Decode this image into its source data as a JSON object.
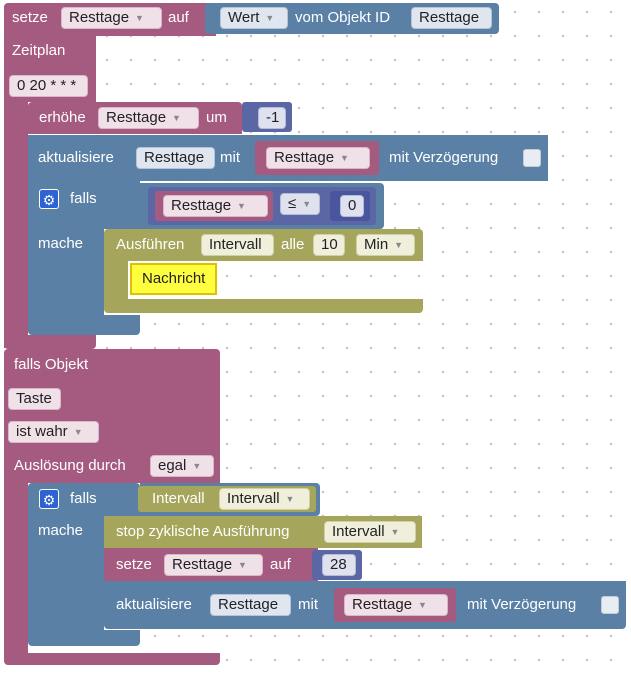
{
  "setze_top": {
    "label": "setze",
    "variable": "Resttage",
    "auf": "auf",
    "field_wert": "Wert",
    "vom_objekt": "vom Objekt ID",
    "objekt_id": "Resttage"
  },
  "zeitplan": {
    "label": "Zeitplan",
    "cron": "0 20 * * *"
  },
  "erhoehe": {
    "label": "erhöhe",
    "variable": "Resttage",
    "um": "um",
    "value": "-1"
  },
  "aktualisiere1": {
    "label": "aktualisiere",
    "field": "Resttage",
    "mit": "mit",
    "variable": "Resttage",
    "delay": "mit Verzögerung"
  },
  "falls1": {
    "label": "falls",
    "variable": "Resttage",
    "operator": "≤",
    "value": "0",
    "mache": "mache"
  },
  "ausfuehren": {
    "label": "Ausführen",
    "interval_name": "Intervall",
    "alle": "alle",
    "value": "10",
    "unit": "Min",
    "message": "Nachricht"
  },
  "falls_objekt": {
    "label": "falls Objekt",
    "object": "Taste",
    "condition": "ist wahr",
    "trigger_label": "Auslösung durch",
    "trigger": "egal"
  },
  "falls2": {
    "label": "falls",
    "interval_label": "Intervall",
    "interval_var": "Intervall",
    "mache": "mache"
  },
  "stop": {
    "label": "stop zyklische Ausführung",
    "interval": "Intervall"
  },
  "setze2": {
    "label": "setze",
    "variable": "Resttage",
    "auf": "auf",
    "value": "28"
  },
  "aktualisiere2": {
    "label": "aktualisiere",
    "field": "Resttage",
    "mit": "mit",
    "variable": "Resttage",
    "delay": "mit Verzögerung"
  },
  "icons": {
    "settings": "gear-icon",
    "dropdown": "dropdown-arrow-icon"
  },
  "colors": {
    "variables": "#a55b80",
    "iobroker": "#5b80a5",
    "timeouts": "#a5a55b",
    "comment": "#ffff40"
  }
}
